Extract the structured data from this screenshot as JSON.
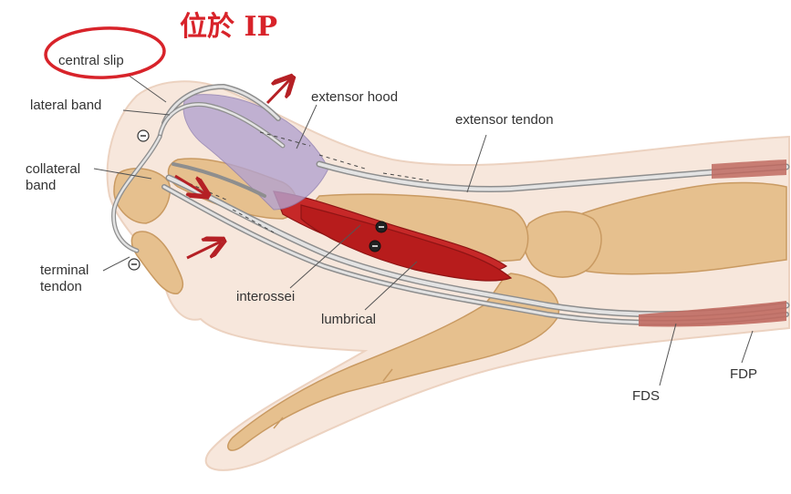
{
  "annotation": {
    "handwritten_note": "位於 IP",
    "circled_label": "central slip",
    "ink_color": "#d8232a"
  },
  "labels": {
    "central_slip": "central slip",
    "lateral_band": "lateral band",
    "collateral_band": "collateral band",
    "terminal_tendon": "terminal tendon",
    "extensor_hood": "extensor hood",
    "extensor_tendon": "extensor tendon",
    "interossei": "interossei",
    "lumbrical": "lumbrical",
    "fds": "FDS",
    "fdp": "FDP"
  },
  "colors": {
    "bone": "#e6c08e",
    "bone_shade": "#c99a62",
    "skin": "#f5e3d6",
    "tendon": "#d9d9d9",
    "tendon_edge": "#8e8e8e",
    "muscle": "#c62828",
    "muscle_dark": "#8e1414",
    "hood": "#b3a3cf",
    "arrow": "#b52025",
    "label_text": "#333333"
  },
  "icons": {
    "relaxed_marker": "minus-in-circle-icon",
    "pull_arrow": "force-arrow-icon"
  }
}
